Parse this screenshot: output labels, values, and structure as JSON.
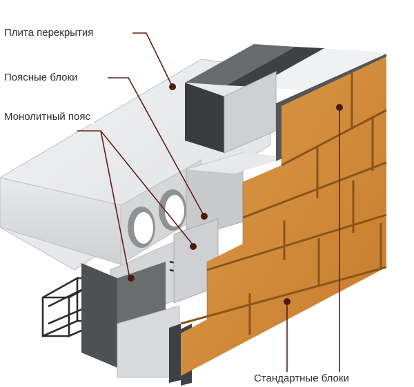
{
  "labels": {
    "slab": "Плита перекрытия",
    "belt_blocks": "Поясные блоки",
    "monolithic_belt": "Монолитный пояс",
    "standard_blocks": "Стандартные блоки"
  },
  "colors": {
    "brick_face": "#d08a3a",
    "brick_mortar": "#8a5418",
    "concrete_light": "#e4e5e6",
    "concrete_mid": "#c6c7c9",
    "concrete_dark": "#57585a",
    "leader_line": "#5a1e16",
    "leader_dot": "#4a1a12",
    "label_text": "#2c2c2c"
  }
}
